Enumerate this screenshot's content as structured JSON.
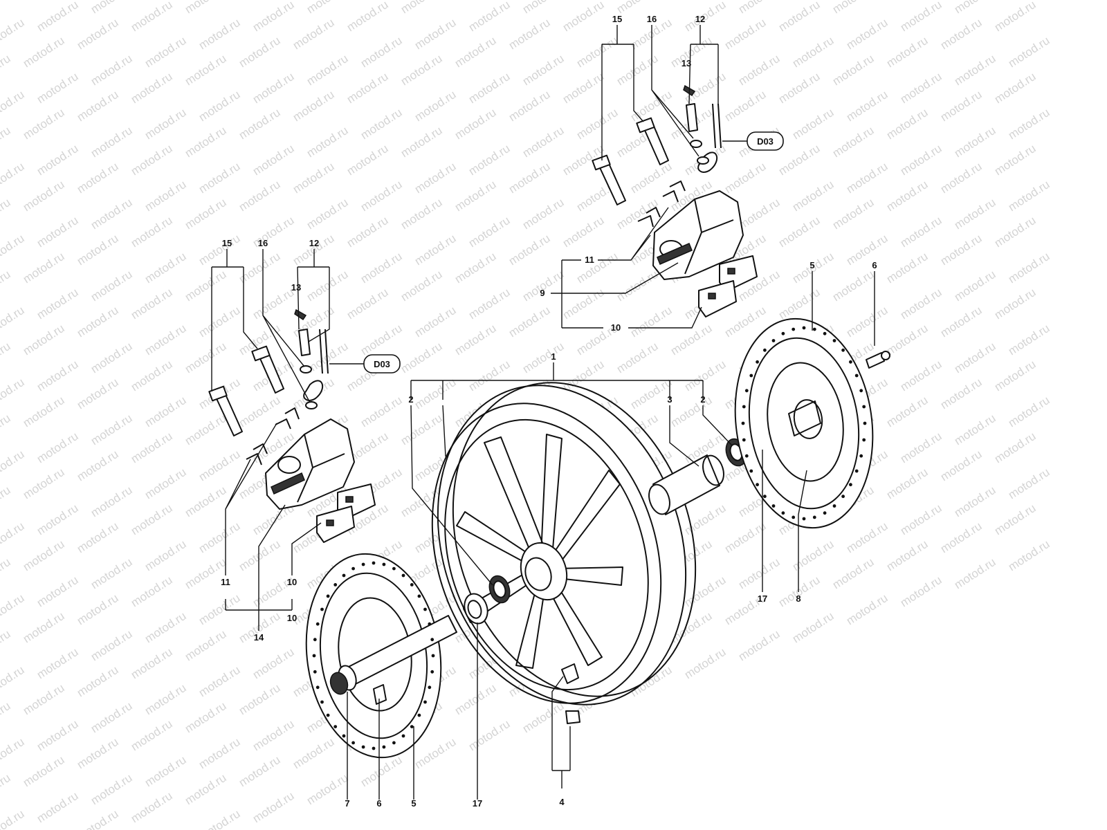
{
  "watermark": "motod.ru",
  "colors": {
    "line": "#111111",
    "watermark": "#d4d4d4",
    "background": "#ffffff"
  },
  "callouts": [
    {
      "id": "c1",
      "text": "1"
    },
    {
      "id": "c2a",
      "text": "2"
    },
    {
      "id": "c2b",
      "text": "2"
    },
    {
      "id": "c3",
      "text": "3"
    },
    {
      "id": "c4",
      "text": "4"
    },
    {
      "id": "c5a",
      "text": "5"
    },
    {
      "id": "c5b",
      "text": "5"
    },
    {
      "id": "c6a",
      "text": "6"
    },
    {
      "id": "c6b",
      "text": "6"
    },
    {
      "id": "c7",
      "text": "7"
    },
    {
      "id": "c8",
      "text": "8"
    },
    {
      "id": "c9",
      "text": "9"
    },
    {
      "id": "c10a",
      "text": "10"
    },
    {
      "id": "c10b",
      "text": "10"
    },
    {
      "id": "c10c",
      "text": "10"
    },
    {
      "id": "c11a",
      "text": "11"
    },
    {
      "id": "c11b",
      "text": "11"
    },
    {
      "id": "c12a",
      "text": "12"
    },
    {
      "id": "c12b",
      "text": "12"
    },
    {
      "id": "c13a",
      "text": "13"
    },
    {
      "id": "c13b",
      "text": "13"
    },
    {
      "id": "c14",
      "text": "14"
    },
    {
      "id": "c15a",
      "text": "15"
    },
    {
      "id": "c15b",
      "text": "15"
    },
    {
      "id": "c16a",
      "text": "16"
    },
    {
      "id": "c16b",
      "text": "16"
    },
    {
      "id": "c17a",
      "text": "17"
    },
    {
      "id": "c17b",
      "text": "17"
    }
  ],
  "references": [
    {
      "id": "r1",
      "text": "D03"
    },
    {
      "id": "r2",
      "text": "D03"
    }
  ]
}
